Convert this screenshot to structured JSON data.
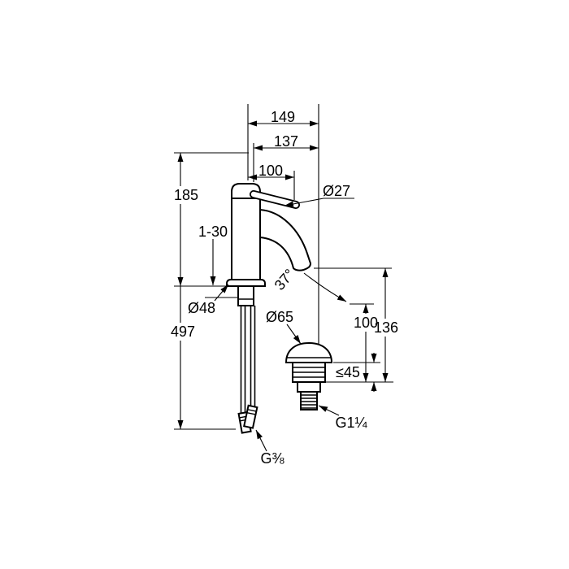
{
  "drawing": {
    "background": "#ffffff",
    "line_color": "#000000",
    "labels": {
      "projection_total": "149",
      "projection_spout": "137",
      "handle_length": "100",
      "height_above_deck": "185",
      "deck_thickness_range": "1-30",
      "handle_diameter": "Ø27",
      "body_diameter": "Ø48",
      "total_height": "497",
      "waste_cap_diameter": "Ø65",
      "stream_angle": "37°",
      "outlet_height": "100",
      "spout_outlet_height": "136",
      "waste_deck_max": "≤45",
      "waste_thread": "G1¼",
      "supply_thread": "G⅜"
    }
  }
}
